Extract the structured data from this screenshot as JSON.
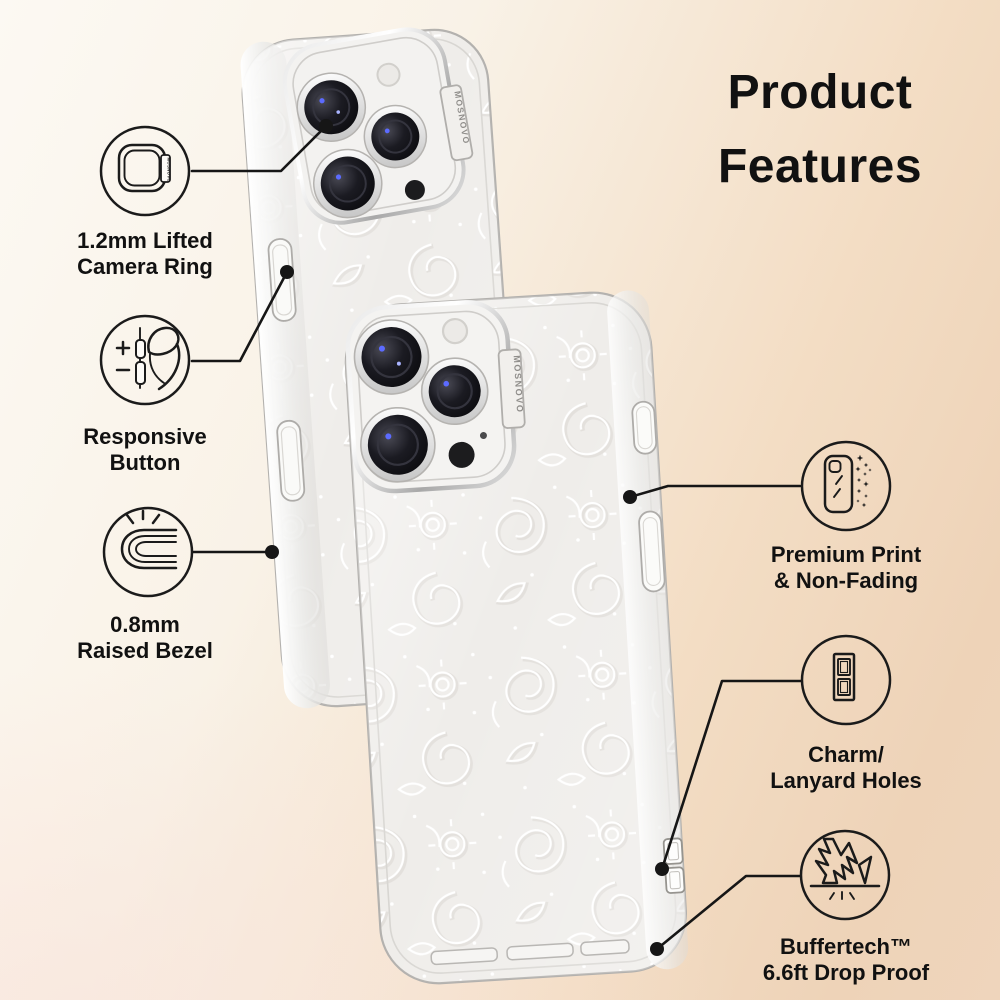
{
  "title": {
    "line1": "Product",
    "line2": "Features"
  },
  "brand": "MOSNOVO",
  "features": [
    {
      "name": "lifted-camera-ring",
      "line1": "1.2mm Lifted",
      "line2": "Camera Ring"
    },
    {
      "name": "responsive-button",
      "line1": "Responsive",
      "line2": "Button"
    },
    {
      "name": "raised-bezel",
      "line1": "0.8mm",
      "line2": "Raised Bezel"
    },
    {
      "name": "premium-print",
      "line1": "Premium Print",
      "line2": "& Non-Fading"
    },
    {
      "name": "charm-lanyard-holes",
      "line1": "Charm/",
      "line2": "Lanyard Holes"
    },
    {
      "name": "buffertech-drop-proof",
      "line1": "Buffertech™",
      "line2": "6.6ft Drop Proof"
    }
  ],
  "colors": {
    "background_top_left": "#fcf9f3",
    "background_right": "#eed3b8",
    "background_bottom_left": "#f7e9e0",
    "callout_line": "#161616",
    "text": "#111111",
    "case_pattern_base": "#efedea",
    "case_pattern_motif": "#ffffff"
  }
}
